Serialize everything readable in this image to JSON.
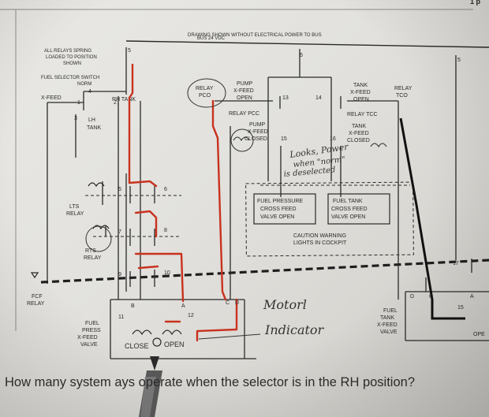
{
  "page": {
    "corner_text": "1 p",
    "question": "How many system     ays operate when the selector is in the RH position?"
  },
  "diagram": {
    "header_note": "DRAWING SHOWN WITHOUT ELECTRICAL POWER TO BUS",
    "bus_label": "BUS 24 VDC",
    "relays_note": [
      "ALL RELAYS SPRING",
      "LOADED TO POSITION",
      "SHOWN"
    ],
    "fuel_selector": [
      "FUEL SELECTOR SWITCH",
      "NORM"
    ],
    "xfeed": "X-FEED",
    "rh_tank": "RH TANK",
    "lh_tank": [
      "LH",
      "TANK"
    ],
    "lts_relay": [
      "LTS",
      "RELAY"
    ],
    "rts_relay": [
      "RTS",
      "RELAY"
    ],
    "fcf_relay": [
      "FCF",
      "RELAY"
    ],
    "relay_pco": [
      "RELAY",
      "PCO"
    ],
    "pump_xfeed_open": [
      "PUMP",
      "X-FEED",
      "OPEN"
    ],
    "relay_pcc_label": "RELAY PCC",
    "pump_xfeed_closed": [
      "PUMP",
      "X-FEED",
      "CLOSED"
    ],
    "tank_xfeed_open": [
      "TANK",
      "X-FEED",
      "OPEN"
    ],
    "relay_tco": [
      "RELAY",
      "TCO"
    ],
    "relay_tcc_label": "RELAY TCC",
    "tank_xfeed_closed": [
      "TANK",
      "X-FEED",
      "CLOSED"
    ],
    "fuel_pressure_box": [
      "FUEL PRESSURE",
      "CROSS FEED",
      "VALVE OPEN"
    ],
    "fuel_tank_box": [
      "FUEL TANK",
      "CROSS FEED",
      "VALVE OPEN"
    ],
    "caution_box": [
      "CAUTION WARNING",
      "LIGHTS IN COCKPIT"
    ],
    "fuel_press_valve": [
      "FUEL",
      "PRESS",
      "X-FEED",
      "VALVE"
    ],
    "fuel_tank_valve": [
      "FUEL",
      "TANK",
      "X-FEED",
      "VALVE"
    ],
    "close": "CLOSE",
    "open": "OPEN",
    "terminals": [
      "B",
      "A",
      "C",
      "D"
    ],
    "terminals_right": [
      "D",
      "C",
      "A"
    ],
    "right_open": "OPE",
    "terminal_numbers": {
      "n5_top": "5",
      "n4": "4",
      "n1": "1",
      "n2": "2",
      "n3": "3",
      "n5": "5",
      "n6": "6",
      "n7": "7",
      "n8": "8",
      "n9": "9",
      "n10": "10",
      "n11": "11",
      "n12": "12",
      "n13": "13",
      "n14": "14",
      "n15": "15",
      "n16": "16",
      "n17": "17",
      "n15b": "15",
      "n5b": "5",
      "n5c": "5"
    },
    "handwritten_note": [
      "Looks, Power",
      "when \"norm\"",
      "is deselected"
    ],
    "handwritten_motor": [
      "Motorl",
      "Indicator"
    ]
  },
  "colors": {
    "paper": "#e6e5e1",
    "ink": "#2a2a2a",
    "red_trace": "#c8321e",
    "handwriting": "#333333"
  }
}
